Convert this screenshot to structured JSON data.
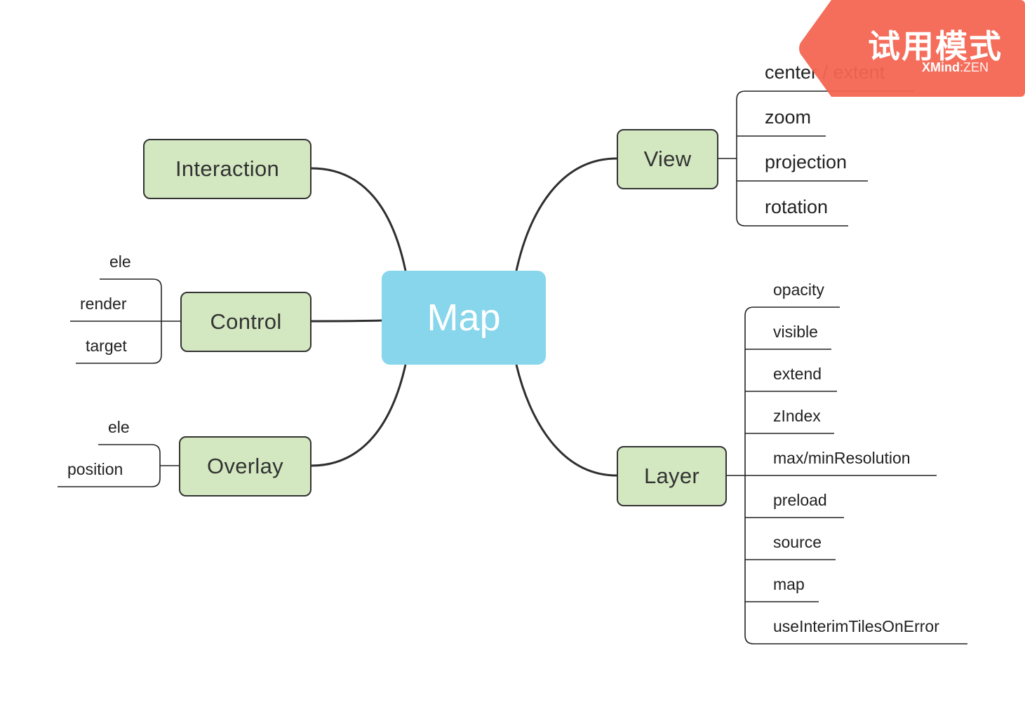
{
  "center": "Map",
  "branches": {
    "interaction": {
      "label": "Interaction",
      "children": []
    },
    "control": {
      "label": "Control",
      "children": [
        "ele",
        "render",
        "target"
      ]
    },
    "overlay": {
      "label": "Overlay",
      "children": [
        "ele",
        "position"
      ]
    },
    "view": {
      "label": "View",
      "children": [
        "center /  extent",
        "zoom",
        "projection",
        "rotation"
      ]
    },
    "layer": {
      "label": "Layer",
      "children": [
        "opacity",
        "visible",
        "extend",
        "zIndex",
        "max/minResolution",
        "preload",
        "source",
        "map",
        "useInterimTilesOnError"
      ]
    }
  },
  "watermark": {
    "title": "试用模式",
    "brand": "XMind",
    "separator": ":",
    "edition": "ZEN"
  },
  "colors": {
    "center_fill": "#87d6eb",
    "topic_fill": "#d3e8c0",
    "line": "#2f2f2f",
    "watermark": "#f46552"
  }
}
